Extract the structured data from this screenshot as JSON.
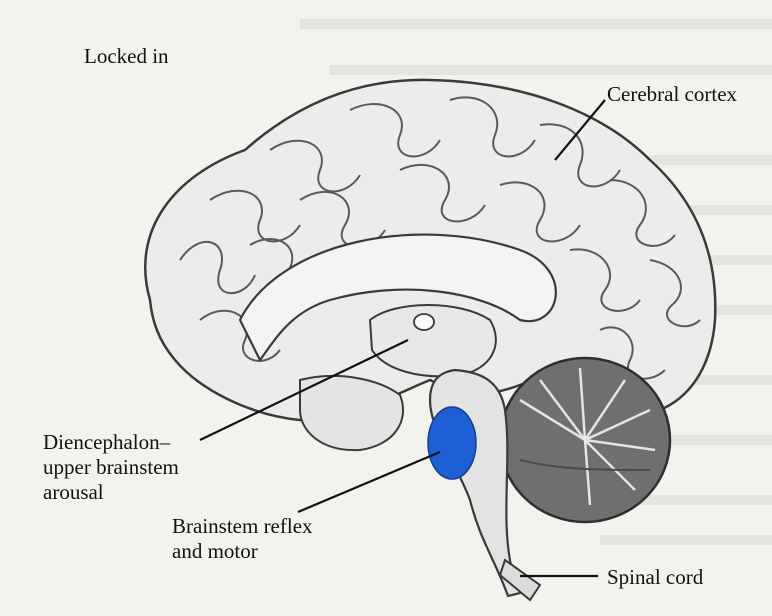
{
  "figure": {
    "title": "Locked in",
    "colors": {
      "background": "#f3f2ef",
      "brain_fill": "#ececea",
      "brain_outline": "#3a3a3a",
      "brainstem_highlight": "#1e5fd6",
      "cerebellum": "#6f6f6f"
    },
    "labels": {
      "cerebral_cortex": "Cerebral cortex",
      "diencephalon": [
        "Diencephalon–",
        "upper brainstem",
        "arousal"
      ],
      "brainstem": [
        "Brainstem reflex",
        "and motor"
      ],
      "spinal_cord": "Spinal cord"
    },
    "icons": [
      "brain-illustration",
      "brainstem-highlight-ellipse"
    ]
  }
}
